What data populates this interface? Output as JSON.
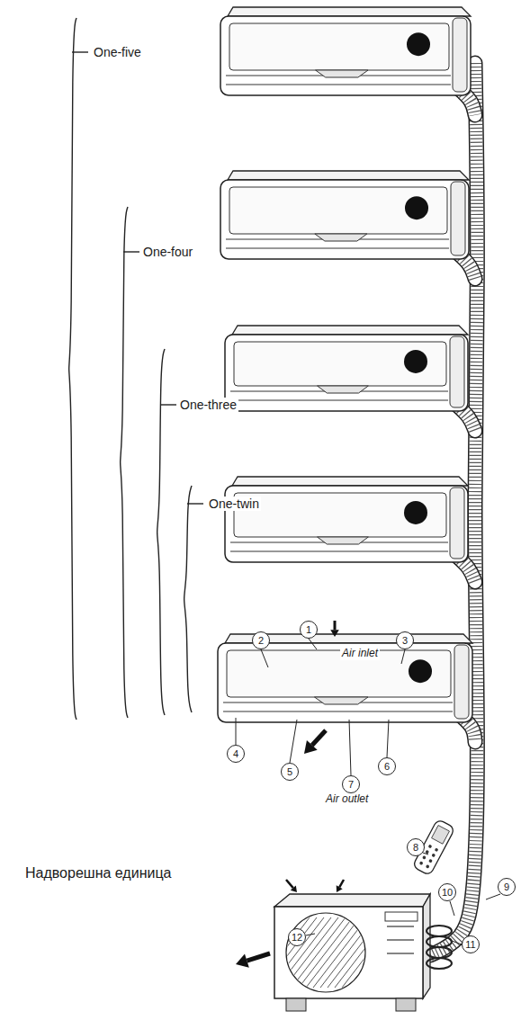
{
  "diagram": {
    "labels": [
      "One-five",
      "One-four",
      "One-three",
      "One-twin",
      "2",
      "1",
      "3",
      "Air inlet",
      "4",
      "5",
      "7",
      "6",
      "Air outlet",
      "8",
      "Надворешна единица",
      "10",
      "9",
      "12",
      "11"
    ]
  }
}
